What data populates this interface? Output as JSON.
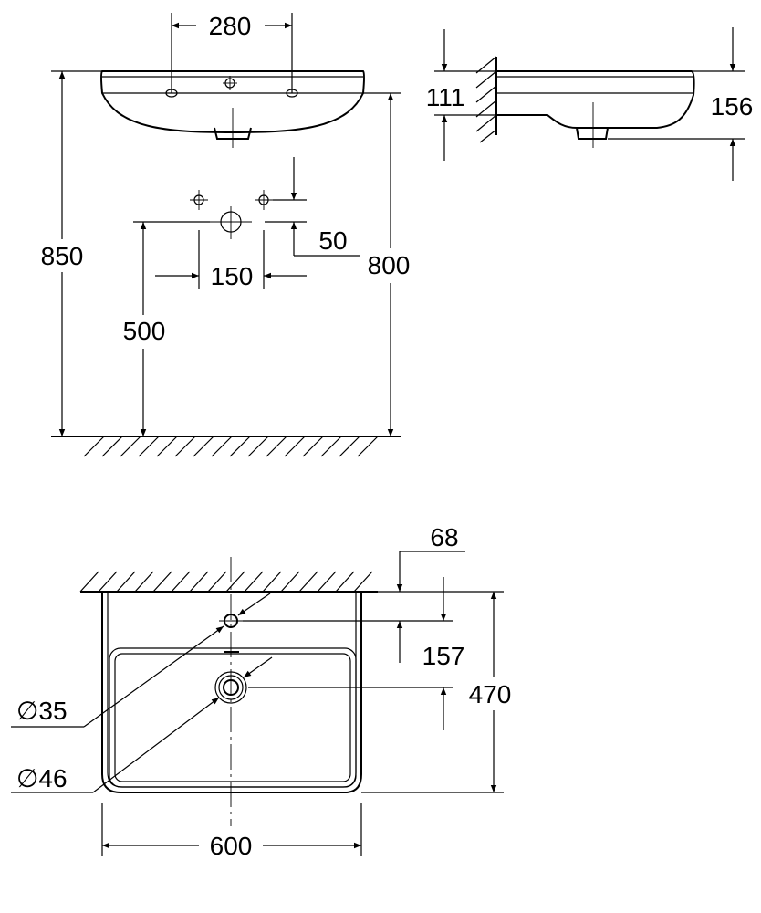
{
  "drawing": {
    "front_view": {
      "dim_tap_spacing": "280",
      "dim_total_height": "850",
      "dim_rim_height": "800",
      "dim_waste_height": "500",
      "dim_fixing_spacing": "150",
      "dim_fixing_offset": "50"
    },
    "side_view": {
      "dim_depth_upper": "111",
      "dim_depth_lower": "156"
    },
    "top_view": {
      "dim_wall_offset": "68",
      "dim_taphole_offset": "157",
      "dim_projection": "470",
      "dim_width": "600",
      "dim_taphole_dia": "∅35",
      "dim_waste_dia": "∅46"
    }
  }
}
